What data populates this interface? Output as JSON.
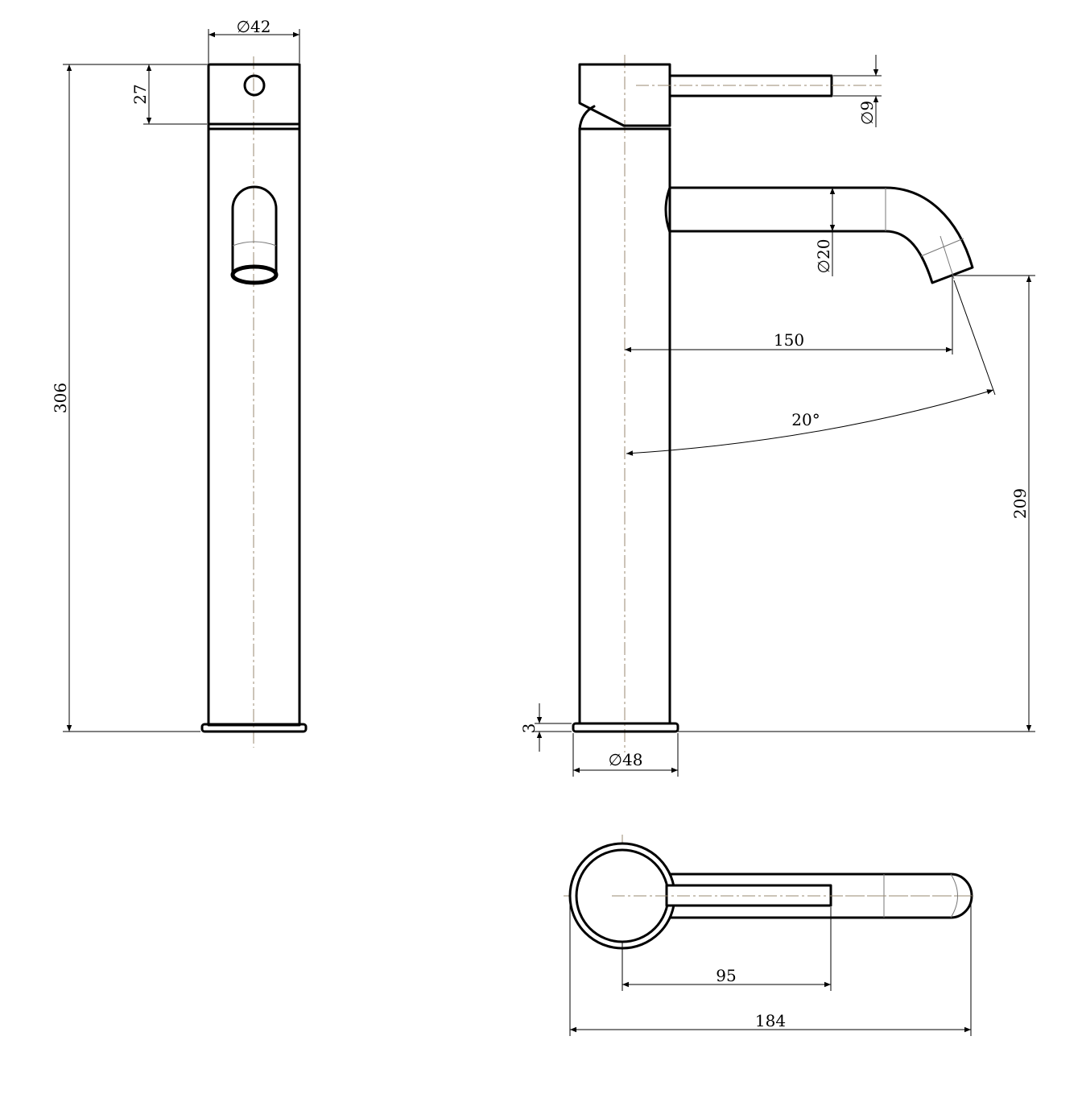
{
  "colors": {
    "line": "#000000",
    "centerline": "#9a8a70",
    "hidden": "#777777",
    "background": "#ffffff"
  },
  "front_view": {
    "dims": {
      "top_diameter": "∅42",
      "cap_height": "27",
      "total_height": "306"
    }
  },
  "side_view": {
    "dims": {
      "handle_diameter": "∅9",
      "spout_diameter": "∅20",
      "reach": "150",
      "angle": "20°",
      "outlet_height": "209",
      "base_thickness": "3",
      "base_diameter": "∅48"
    }
  },
  "top_view": {
    "dims": {
      "handle_length": "95",
      "overall_length": "184"
    }
  }
}
